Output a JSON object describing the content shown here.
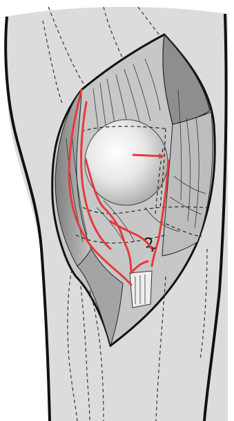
{
  "figure": {
    "type": "anatomical-illustration",
    "region": "knee",
    "view": "anterior",
    "icons": [
      "direction-arrow-icon"
    ],
    "colors": {
      "background": "#ffffff",
      "skin": "#dcdcdc",
      "outline": "#111111",
      "incision_edge": "#1a1a1a",
      "dashed_lines": "#333333",
      "tissue_dark": "#8e8e8e",
      "tissue_mid": "#b8b8b8",
      "tissue_light": "#d4d4d4",
      "bone_highlight": "#ffffff",
      "annotation_red": "#e8383d"
    }
  }
}
